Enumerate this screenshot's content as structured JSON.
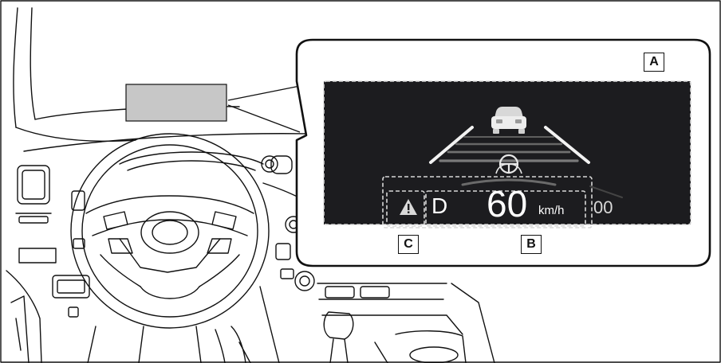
{
  "callouts": {
    "a": "A",
    "b": "B",
    "c": "C"
  },
  "hud": {
    "gear": "D",
    "speed": "60",
    "unit": "km/h",
    "trailing": "00",
    "warning_icon": "warning-triangle-icon",
    "lead_car_icon": "preceding-vehicle-icon",
    "steering_icon": "steering-assist-icon"
  },
  "colors": {
    "line_art": "#111111",
    "hud_background": "#1c1c1f",
    "hud_glass": "#c7c7c7",
    "hud_text": "#ffffff",
    "dashed_outline": "#d8d8d8"
  }
}
